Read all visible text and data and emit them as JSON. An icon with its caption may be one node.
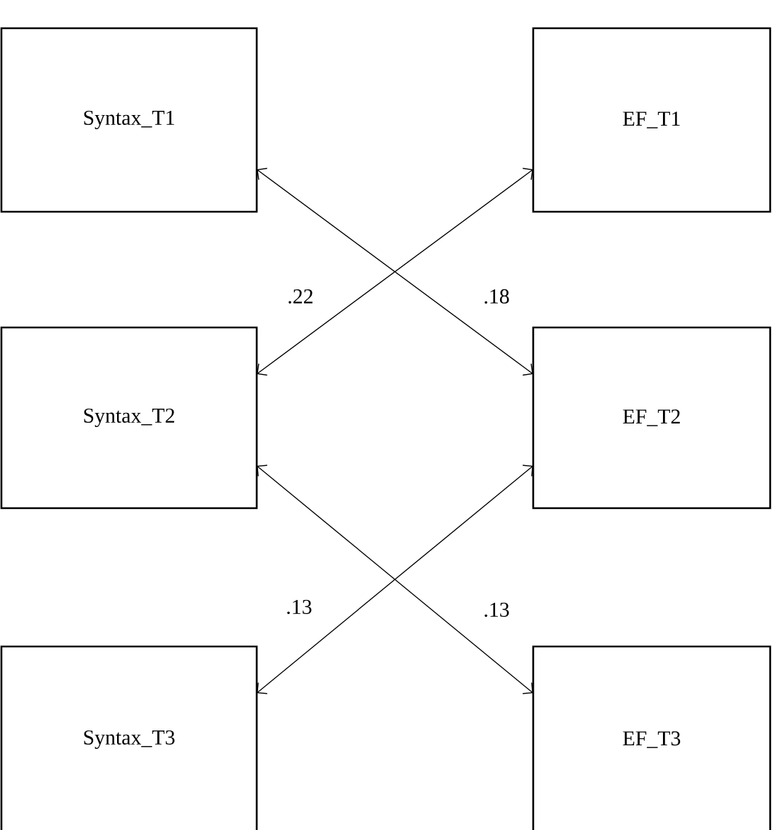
{
  "diagram": {
    "nodes": [
      {
        "text": [
          "Syntax_T1"
        ]
      },
      {
        "text": [
          "EF_T1"
        ]
      },
      {
        "text": [
          "Syntax_T2"
        ]
      },
      {
        "text": [
          "EF_T2"
        ]
      },
      {
        "text": [
          "Syntax_T3"
        ]
      },
      {
        "text": [
          "EF_T3"
        ]
      }
    ],
    "edges": [
      {
        "from": 0,
        "to": 3,
        "arrow": "both",
        "label": ".18"
      },
      {
        "from": 1,
        "to": 2,
        "arrow": "both",
        "label": ".22"
      },
      {
        "from": 2,
        "to": 5,
        "arrow": "both",
        "label": ".13"
      },
      {
        "from": 3,
        "to": 4,
        "arrow": "both",
        "label": ".13"
      }
    ]
  }
}
